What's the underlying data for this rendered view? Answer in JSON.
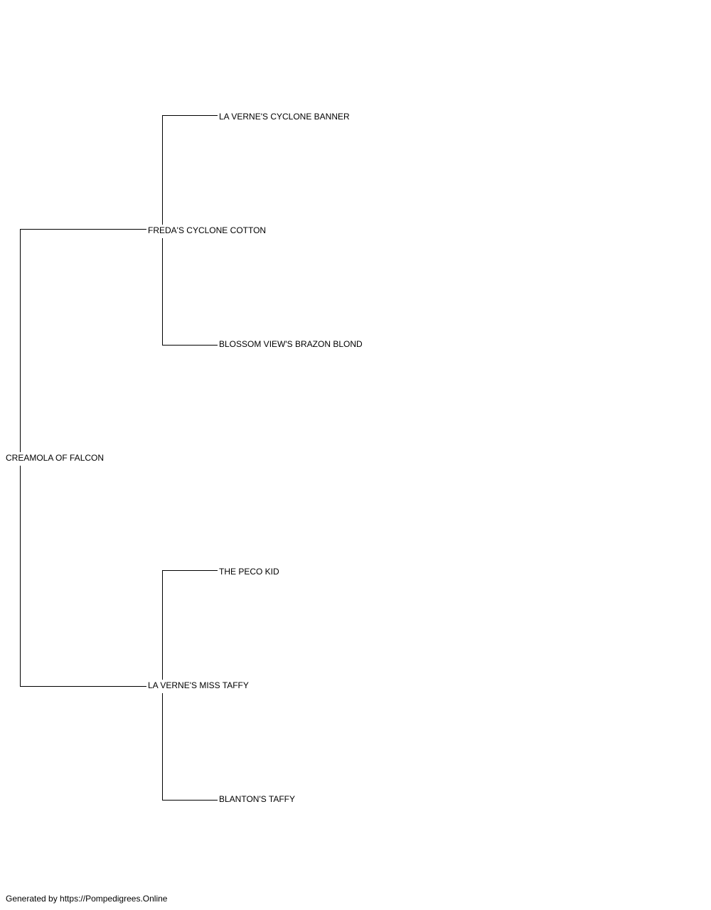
{
  "pedigree": {
    "subject": "CREAMOLA OF FALCON",
    "sire": "FREDA'S CYCLONE COTTON",
    "sire_sire": "LA VERNE'S CYCLONE BANNER",
    "sire_dam": "BLOSSOM VIEW'S BRAZON BLOND",
    "dam": "LA VERNE'S MISS TAFFY",
    "dam_sire": "THE PECO KID",
    "dam_dam": "BLANTON'S TAFFY"
  },
  "footer": {
    "text": "Generated by https://Pompedigrees.Online"
  },
  "colors": {
    "line": "#000000",
    "text": "#000000",
    "background": "#ffffff"
  }
}
